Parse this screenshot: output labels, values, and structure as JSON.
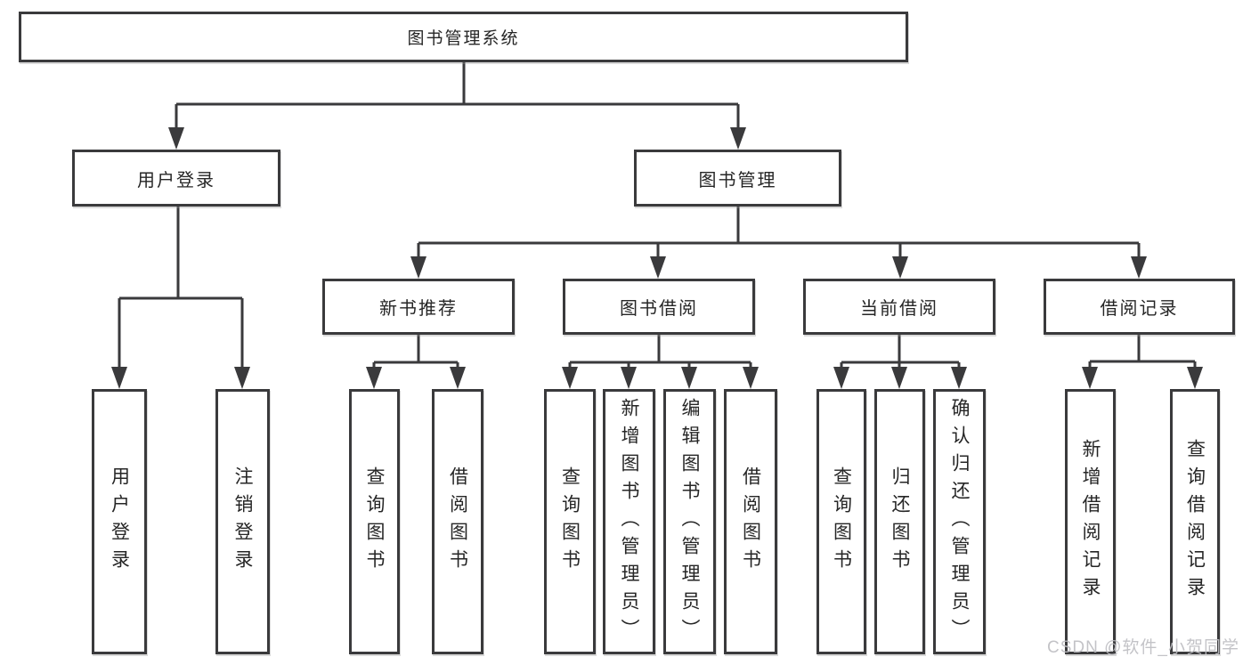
{
  "diagram": {
    "type": "hierarchy-tree",
    "title": "图书管理系统",
    "watermark": "CSDN @软件_小贺同学",
    "colors": {
      "line": "#3a3a3c",
      "text": "#262626",
      "box_bg": "#ffffff",
      "watermark": "#bdbdc2",
      "background": "#ffffff"
    },
    "nodes": {
      "root": "图书管理系统",
      "login_group": "用户登录",
      "book_mgmt": "图书管理",
      "new_book_rec": "新书推荐",
      "book_borrow": "图书借阅",
      "current_borrow": "当前借阅",
      "borrow_records": "借阅记录",
      "user_login": "用户登录",
      "logout": "注销登录",
      "nb_query_book": "查询图书",
      "nb_borrow_book": "借阅图书",
      "bb_query_book": "查询图书",
      "bb_add_book": "新增图书（管理员）",
      "bb_edit_book": "编辑图书（管理员）",
      "bb_borrow_book": "借阅图书",
      "cb_query_book": "查询图书",
      "cb_return_book": "归还图书",
      "cb_confirm_return": "确认归还（管理员）",
      "br_add_record": "新增借阅记录",
      "br_query_record": "查询借阅记录"
    },
    "hierarchy": {
      "图书管理系统": {
        "用户登录": [
          "用户登录",
          "注销登录"
        ],
        "图书管理": {
          "新书推荐": [
            "查询图书",
            "借阅图书"
          ],
          "图书借阅": [
            "查询图书",
            "新增图书（管理员）",
            "编辑图书（管理员）",
            "借阅图书"
          ],
          "当前借阅": [
            "查询图书",
            "归还图书",
            "确认归还（管理员）"
          ],
          "借阅记录": [
            "新增借阅记录",
            "查询借阅记录"
          ]
        }
      }
    }
  }
}
